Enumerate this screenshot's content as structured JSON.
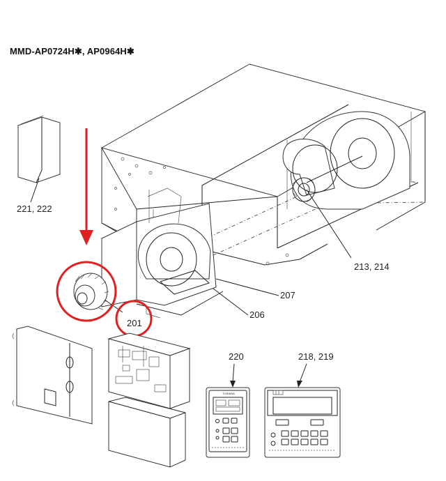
{
  "header": {
    "title": "MMD-AP0724H✱, AP0964H✱"
  },
  "callouts": {
    "manual": "221, 222",
    "fan_right": "213, 214",
    "duct": "207",
    "motor_mount": "206",
    "fan_motor": "201",
    "remote_small": "220",
    "remote_large": "218, 219"
  },
  "remote_small": {
    "brand": "TOSHIBA"
  },
  "highlight": {
    "color": "#e02020"
  }
}
